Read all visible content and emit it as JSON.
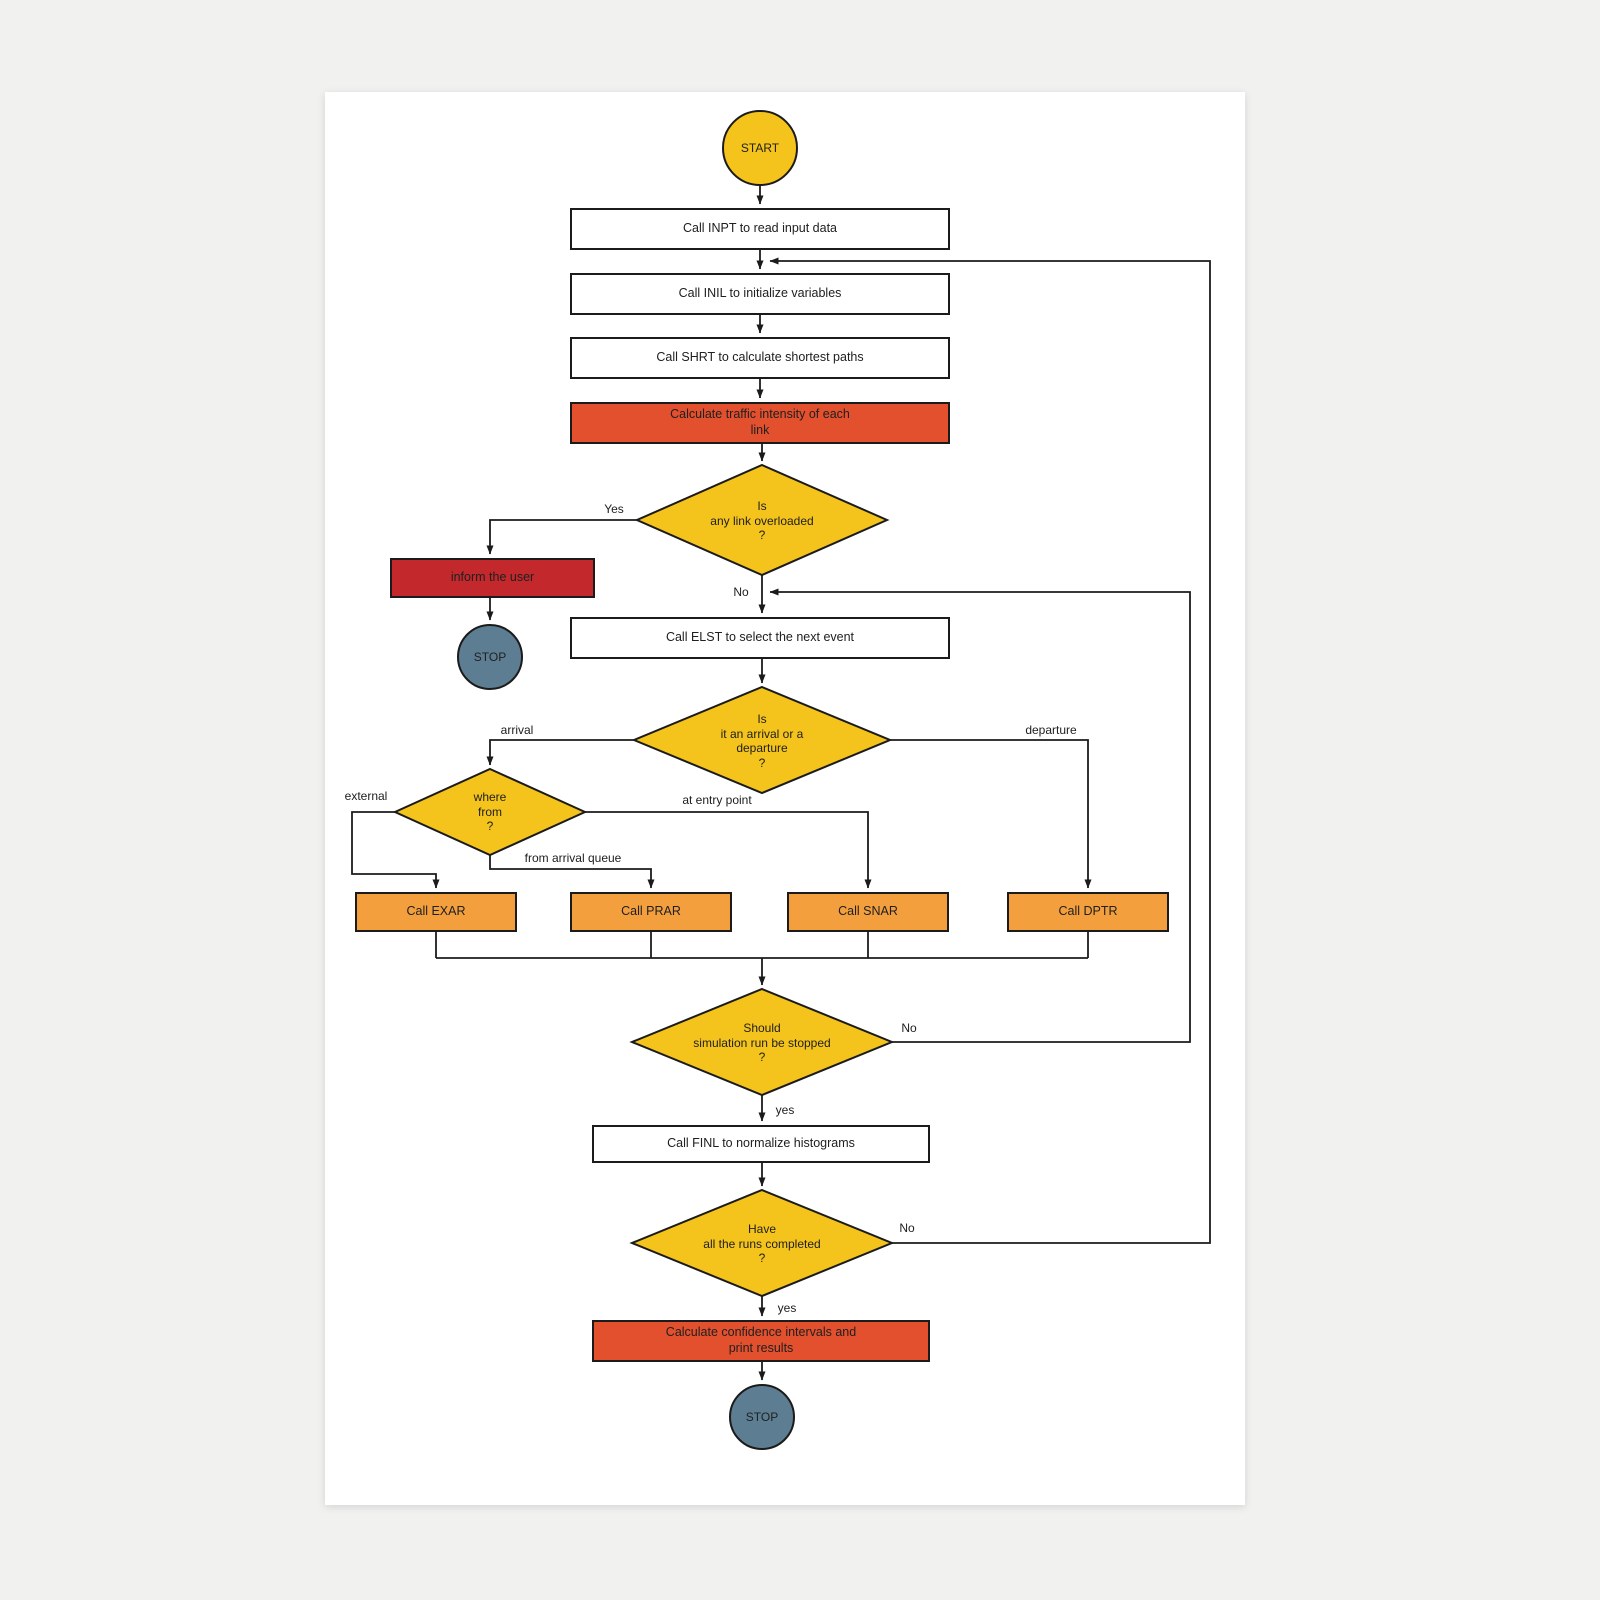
{
  "colors": {
    "decision_yellow": "#F5C41C",
    "process_orange": "#F49F3E",
    "highlight_red_orange": "#E2502D",
    "alert_red": "#C3282C",
    "terminal_blue_gray": "#5D7E92",
    "line": "#1b1b1b",
    "paper": "#ffffff"
  },
  "nodes": {
    "start": {
      "label": "START"
    },
    "inpt": {
      "label": "Call INPT to read input data"
    },
    "inil": {
      "label": "Call INIL to initialize variables"
    },
    "shrt": {
      "label": "Call SHRT to calculate shortest paths"
    },
    "traffic": {
      "label": "Calculate traffic intensity of each\nlink"
    },
    "overloaded": {
      "label": "Is\nany link overloaded\n?"
    },
    "inform": {
      "label": "inform the user"
    },
    "stop1": {
      "label": "STOP"
    },
    "elst": {
      "label": "Call ELST to select the next event"
    },
    "arrival_or_departure": {
      "label": "Is\nit an arrival or a\ndeparture\n?"
    },
    "where_from": {
      "label": "where\nfrom\n?"
    },
    "exar": {
      "label": "Call EXAR"
    },
    "prar": {
      "label": "Call PRAR"
    },
    "snar": {
      "label": "Call SNAR"
    },
    "dptr": {
      "label": "Call DPTR"
    },
    "should_stop": {
      "label": "Should\nsimulation run be stopped\n?"
    },
    "finl": {
      "label": "Call FINL to normalize histograms"
    },
    "runs_completed": {
      "label": "Have\nall the runs completed\n?"
    },
    "confidence": {
      "label": "Calculate confidence intervals and\nprint results"
    },
    "stop2": {
      "label": "STOP"
    }
  },
  "edge_labels": {
    "overloaded_yes": "Yes",
    "overloaded_no": "No",
    "arrival": "arrival",
    "departure": "departure",
    "external": "external",
    "from_arrival_queue": "from arrival queue",
    "at_entry_point": "at entry point",
    "should_stop_no": "No",
    "should_stop_yes": "yes",
    "runs_no": "No",
    "runs_yes": "yes"
  }
}
